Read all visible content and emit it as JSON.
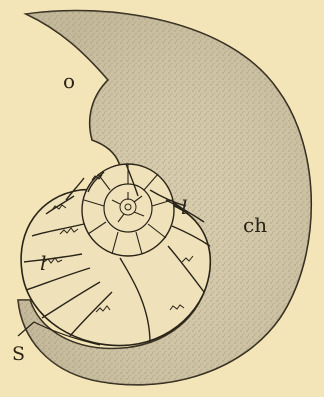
{
  "figure": {
    "labels": {
      "aperture": "o",
      "body_chamber": "ch",
      "siphuncle": "S",
      "septum_upper": "l",
      "septum_lower": "l"
    },
    "colors": {
      "background": "#f3e5b8",
      "shell_stipple": "#cfc3a2",
      "ink": "#2a2418"
    }
  }
}
